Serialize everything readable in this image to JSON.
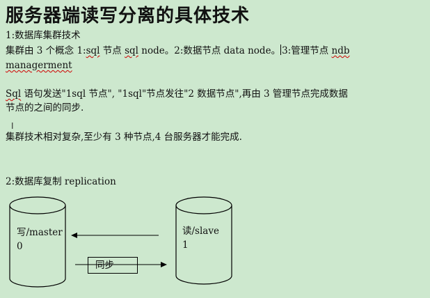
{
  "title": "服务器端读写分离的具体技术",
  "section1": {
    "heading": "1:数据库集群技术",
    "line1": {
      "part_a": "集群由 3 个概念 1:",
      "sql1": "sql",
      "part_b": " 节点 ",
      "sql2": "sql",
      "part_c": " node。2:数据节点 data node。",
      "part_d": "3:管理节点 ",
      "ndb": "ndb"
    },
    "line2": "managerment",
    "para2_line1": {
      "sql": "Sql",
      "rest": " 语句发送\"1sql 节点\", \"1sql\"节点发往\"2 数据节点\",再由 3 管理节点完成数据"
    },
    "para2_line2": "节点的之间的同步.",
    "para3": "集群技术相对复杂,至少有 3 种节点,4 台服务器才能完成."
  },
  "section2": {
    "heading": "2:数据库复制 replication",
    "master_label": "写/master",
    "master_id": "0",
    "slave_label": "读/slave",
    "slave_id": "1",
    "sync_label": "同步"
  },
  "colors": {
    "background": "#cde8ce",
    "spell_error_underline": "#d00000",
    "text": "#111111"
  }
}
